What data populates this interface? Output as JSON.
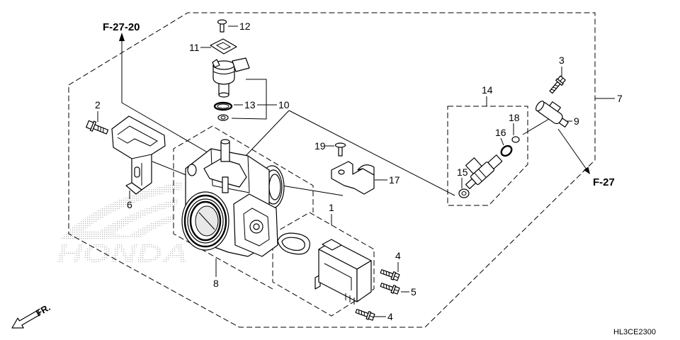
{
  "diagram_code": "HL3CE2300",
  "references": {
    "upper_left": "F-27-20",
    "right": "F-27"
  },
  "direction_label": "FR.",
  "watermark": "HONDA",
  "part_numbers": {
    "p1": "1",
    "p2": "2",
    "p3": "3",
    "p4_upper": "4",
    "p4_lower": "4",
    "p5": "5",
    "p6": "6",
    "p7": "7",
    "p8": "8",
    "p9": "9",
    "p10": "10",
    "p11": "11",
    "p12": "12",
    "p13": "13",
    "p14": "14",
    "p15": "15",
    "p16": "16",
    "p17": "17",
    "p18": "18",
    "p19": "19"
  }
}
